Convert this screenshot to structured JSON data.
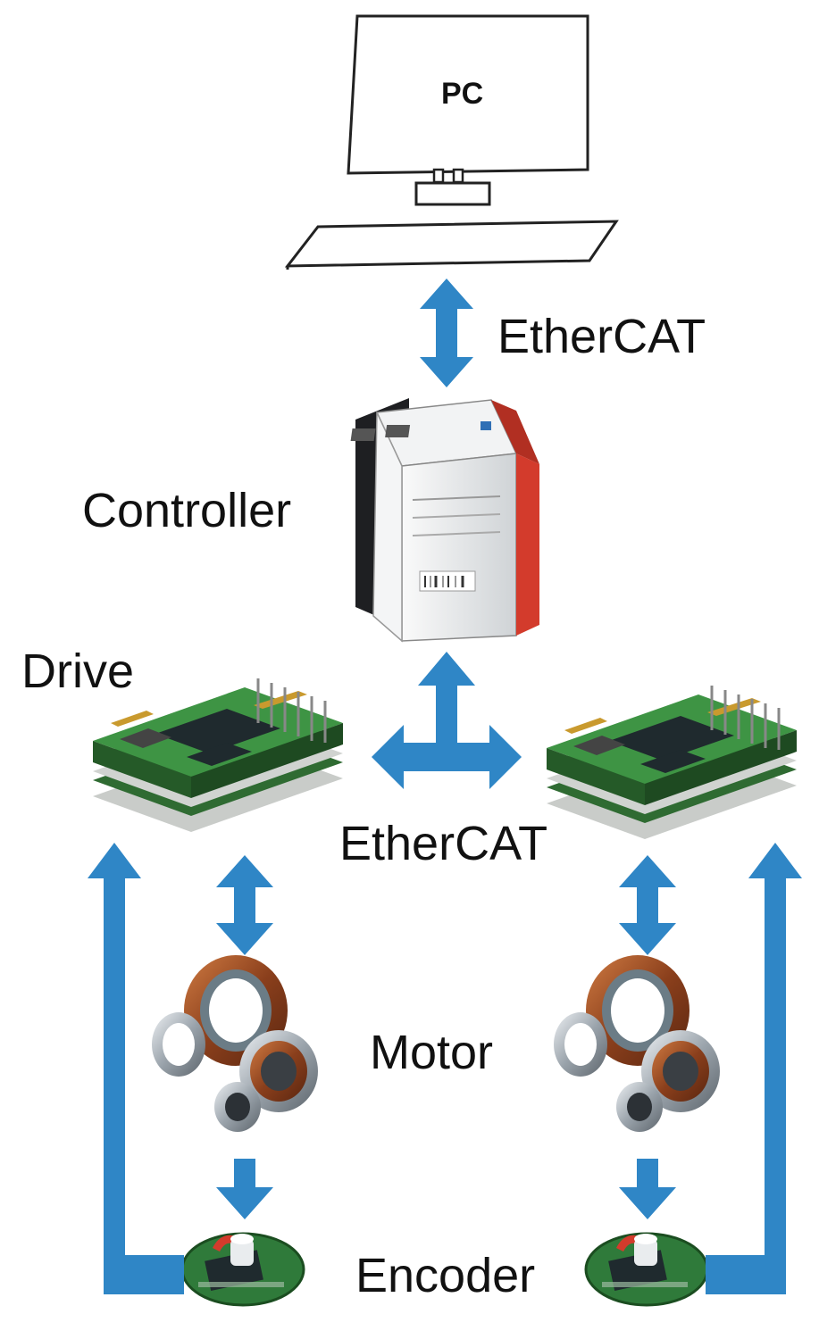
{
  "labels": {
    "pc": "PC",
    "ethercat_top": "EtherCAT",
    "controller": "Controller",
    "drive": "Drive",
    "ethercat_mid": "EtherCAT",
    "motor": "Motor",
    "encoder": "Encoder"
  },
  "colors": {
    "arrow": "#2f86c6",
    "pcb": "#2e7d32",
    "pcb_dark": "#1b4d20",
    "chip": "#1f2a2e",
    "copper": "#a0522d",
    "steel": "#b8bec4",
    "controller_body": "#e8eaec",
    "controller_accent": "#d33b2c",
    "outline": "#222222"
  },
  "icons": [
    "pc-monitor-icon",
    "controller-box-icon",
    "drive-board-icon",
    "motor-assembly-icon",
    "encoder-board-icon"
  ]
}
